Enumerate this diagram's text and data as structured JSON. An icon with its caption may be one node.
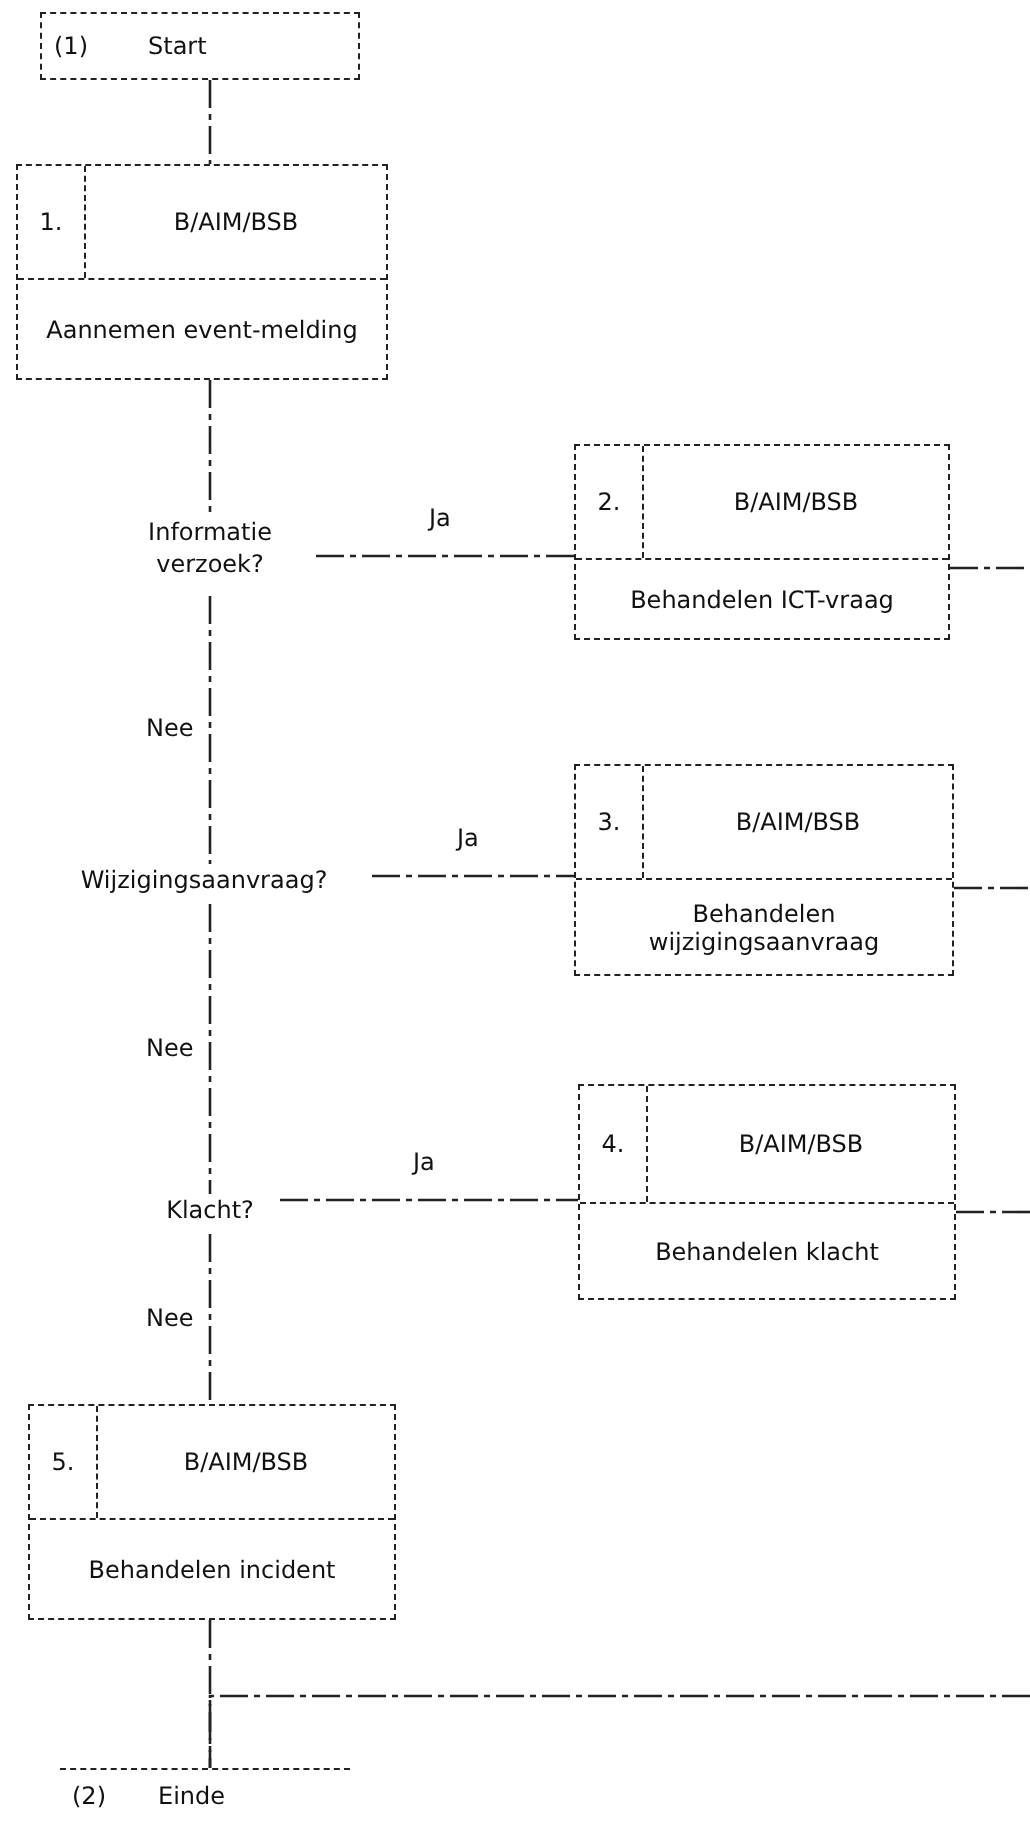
{
  "diagram": {
    "nodes": [
      {
        "text": [
          "(1)",
          "Start"
        ]
      },
      {
        "text": [
          "1.",
          "B/AIM/BSB",
          "Aannemen event-melding"
        ]
      },
      {
        "text": [
          "Informatie verzoek?"
        ]
      },
      {
        "text": [
          "2.",
          "B/AIM/BSB",
          "Behandelen ICT-vraag"
        ]
      },
      {
        "text": [
          "Wijzigingsaanvraag?"
        ]
      },
      {
        "text": [
          "3.",
          "B/AIM/BSB",
          "Behandelen wijzigingsaanvraag"
        ]
      },
      {
        "text": [
          "Klacht?"
        ]
      },
      {
        "text": [
          "4.",
          "B/AIM/BSB",
          "Behandelen klacht"
        ]
      },
      {
        "text": [
          "5.",
          "B/AIM/BSB",
          "Behandelen incident"
        ]
      },
      {
        "text": [
          "(2)",
          "Einde"
        ]
      }
    ],
    "edges": [
      {
        "from": 0,
        "to": 1,
        "arrow": "none"
      },
      {
        "from": 1,
        "to": 2,
        "arrow": "none"
      },
      {
        "from": 2,
        "to": 3,
        "label": "Ja",
        "arrow": "none"
      },
      {
        "from": 2,
        "to": 4,
        "label": "Nee",
        "arrow": "none"
      },
      {
        "from": 4,
        "to": 5,
        "label": "Ja",
        "arrow": "none"
      },
      {
        "from": 4,
        "to": 6,
        "label": "Nee",
        "arrow": "none"
      },
      {
        "from": 6,
        "to": 7,
        "label": "Ja",
        "arrow": "none"
      },
      {
        "from": 6,
        "to": 8,
        "label": "Nee",
        "arrow": "none"
      },
      {
        "from": 8,
        "to": 9,
        "arrow": "none"
      },
      {
        "from": 3,
        "to": null,
        "arrow": "none"
      },
      {
        "from": 5,
        "to": null,
        "arrow": "none"
      },
      {
        "from": 7,
        "to": null,
        "arrow": "none"
      },
      {
        "from": null,
        "to": 9,
        "arrow": "none"
      }
    ]
  }
}
